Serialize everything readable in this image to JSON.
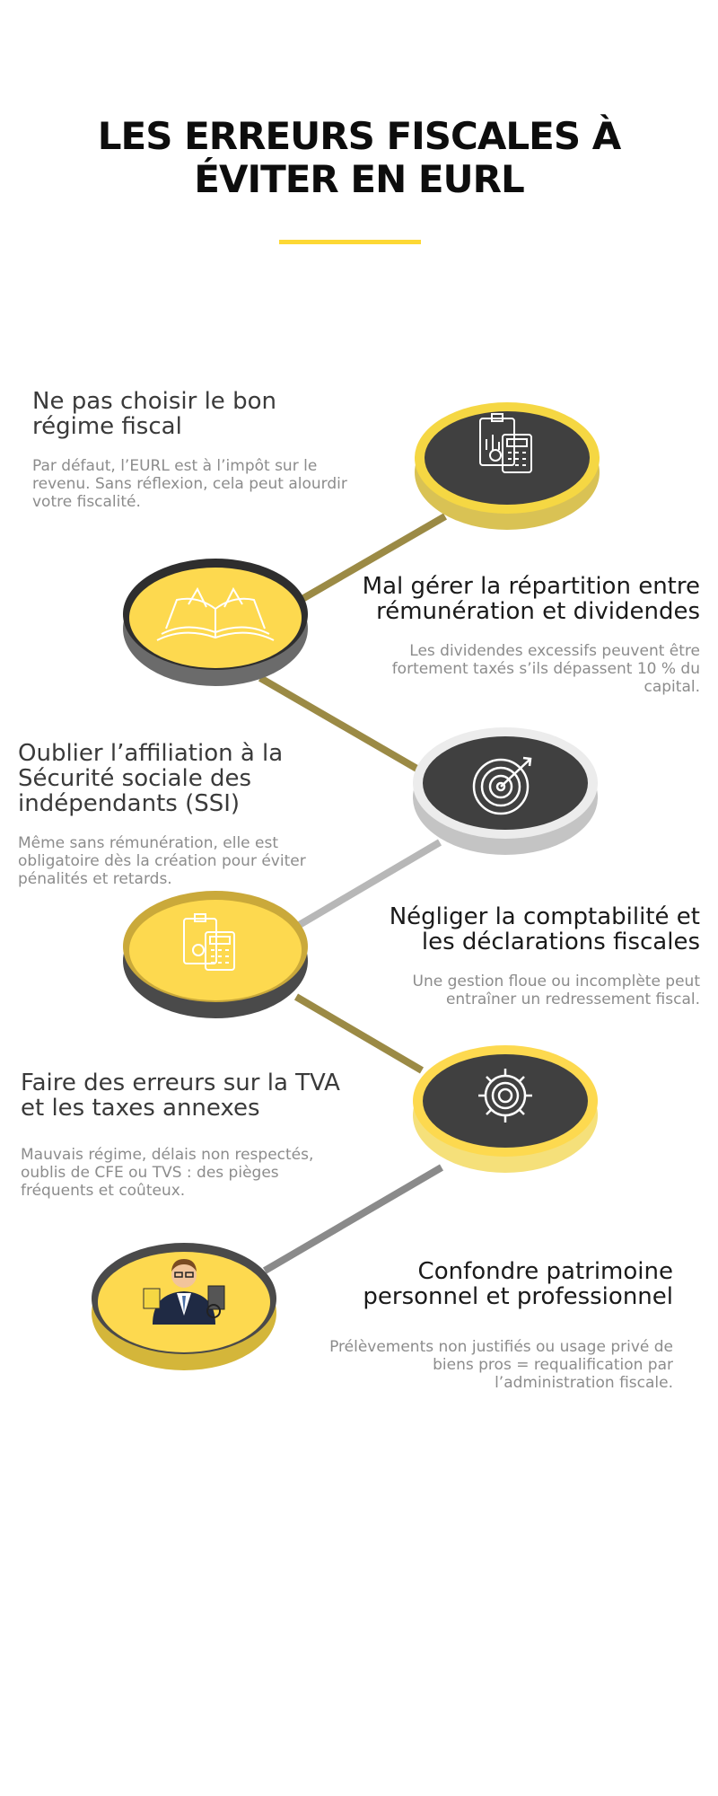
{
  "title": {
    "line1": "LES ERREURS FISCALES À",
    "line2": "ÉVITER EN EURL"
  },
  "colors": {
    "accent": "#fdd835",
    "dark": "#3f3f3f",
    "olive": "#9b8a45",
    "grey": "#b0b0b0"
  },
  "items": [
    {
      "heading": " Ne pas choisir le bon régime fiscal",
      "body": "Par défaut, l’EURL est à l’impôt sur le revenu. Sans réflexion, cela peut alourdir votre fiscalité.",
      "icon": "document-calculator-icon"
    },
    {
      "heading": "Mal gérer la répartition entre rémunération et dividendes",
      "body": "Les dividendes excessifs peuvent être fortement taxés s’ils dépassent 10 % du capital.",
      "icon": "open-book-icon"
    },
    {
      "heading": "Oublier l’affiliation à la Sécurité sociale des indépendants (SSI)",
      "body": "Même sans rémunération, elle est obligatoire dès la création pour éviter pénalités et retards.",
      "icon": "target-icon"
    },
    {
      "heading": "Négliger la comptabilité et les déclarations fiscales",
      "body": "Une gestion floue ou incomplète peut entraîner un redressement fiscal.",
      "icon": "document-calculator-icon"
    },
    {
      "heading": "Faire des erreurs sur la TVA et les taxes annexes",
      "body": "Mauvais régime, délais non respectés, oublis de CFE ou TVS : des pièges fréquents et coûteux.",
      "icon": "gear-icon"
    },
    {
      "heading": "Confondre patrimoine personnel et professionnel",
      "body": "Prélèvements non justifiés ou usage privé de biens pros = requalification par l’administration fiscale.",
      "icon": "accountant-icon"
    }
  ]
}
